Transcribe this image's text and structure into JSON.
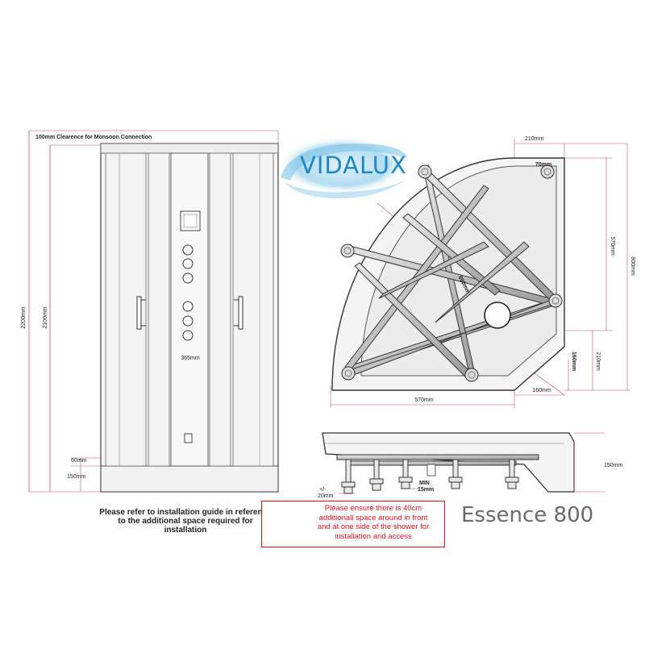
{
  "brand": {
    "name": "VIDALUX"
  },
  "product_title": "Essence 800",
  "front_view": {
    "top_note": "100mm Clearence for Monsoon Connection",
    "height_total": "2200mm",
    "height_enclosure": "2100mm",
    "door_opening": "365mm",
    "tray_lip": "60mm",
    "tray_height": "150mm"
  },
  "plan_view": {
    "top_offset": "210mm",
    "corner": "70mm",
    "diagonal": "890mm",
    "right_side": "570mm",
    "overall_depth": "800mm",
    "right_offset": "210mm",
    "waste_offset_v": "160mm",
    "bottom_side": "570mm",
    "waste_offset_h": "160mm"
  },
  "side_view": {
    "tray_height": "150mm",
    "leg_adjust": "+/-\n20mm",
    "leg_adjust_top": "+/-",
    "leg_adjust_bottom": "20mm",
    "min_label": "MIN",
    "min_value": "15mm"
  },
  "notes": {
    "install_note_line1": "Please refer to installation guide in reference",
    "install_note_line2": "to the additional space required for",
    "install_note_line3": "installation",
    "warning_line1": "Please ensure there is 40cm",
    "warning_line2": "additionall space around in front",
    "warning_line3": "and at one side of the shower for",
    "warning_line4": "installation and access"
  },
  "colors": {
    "brand": "#1c86c8",
    "warning": "#e0141e",
    "dimension_line": "#c0505a",
    "title": "#6a6a6a"
  }
}
